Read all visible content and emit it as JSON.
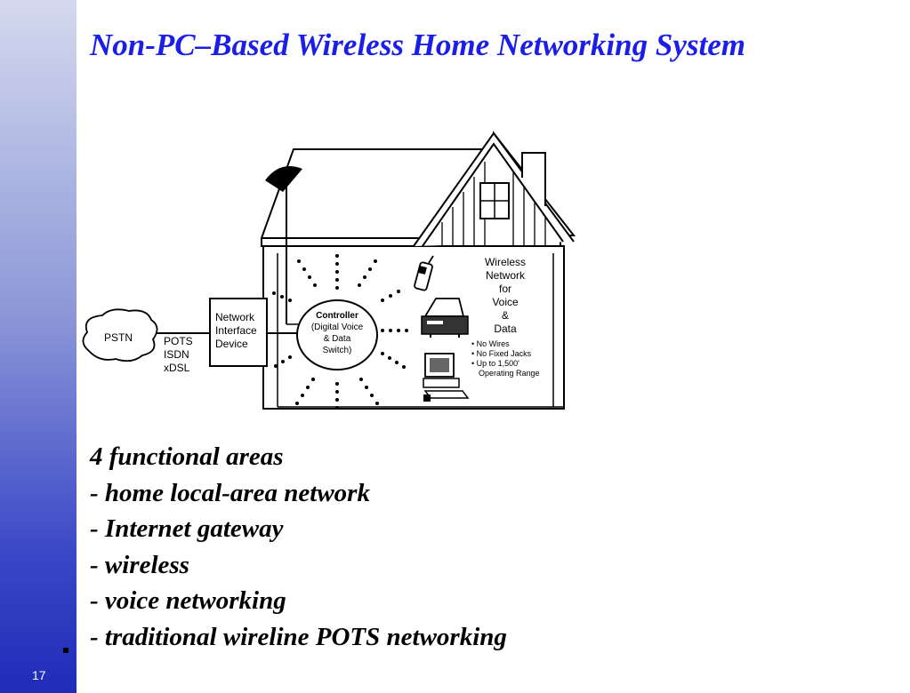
{
  "slide": {
    "number": "17",
    "title": "Non-PC–Based Wireless Home Networking System"
  },
  "diagram": {
    "cloud_label": "PSTN",
    "line_types": [
      "POTS",
      "ISDN",
      "xDSL"
    ],
    "nid_label": [
      "Network",
      "Interface",
      "Device"
    ],
    "controller_label": [
      "Controller",
      "(Digital Voice",
      "& Data",
      "Switch)"
    ],
    "wireless_label": [
      "Wireless",
      "Network",
      "for",
      "Voice",
      "&",
      "Data"
    ],
    "features": [
      "• No Wires",
      "• No Fixed Jacks",
      "• Up to 1,500'",
      "Operating Range"
    ]
  },
  "body": {
    "lines": [
      "4 functional areas",
      "- home local-area network",
      "- Internet gateway",
      "- wireless",
      "- voice networking",
      "- traditional wireline POTS networking"
    ]
  }
}
